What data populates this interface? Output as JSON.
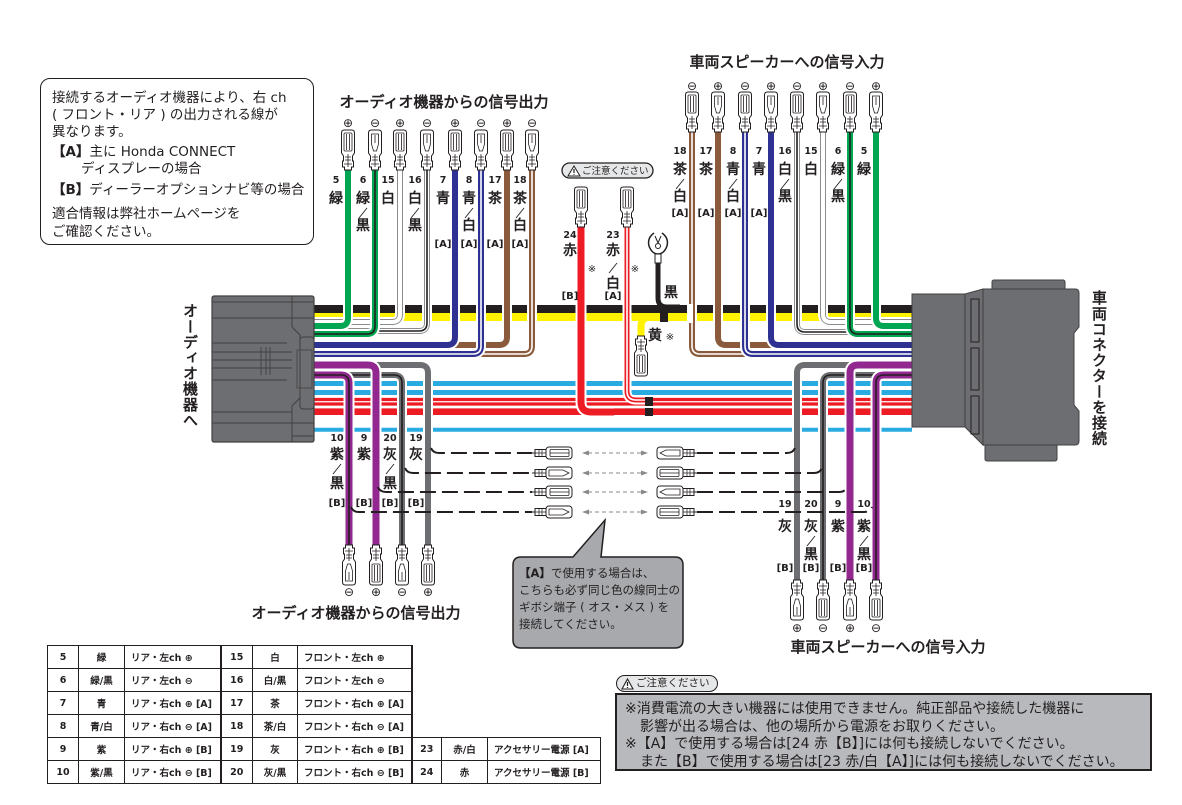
{
  "wire_colors": {
    "green": "#00a651",
    "black": "#231f20",
    "yellow": "#fff200",
    "white": "#ffffff",
    "blue": "#2e3192",
    "brown": "#8b5a3c",
    "purple": "#92278f",
    "gray": "#6d6e71",
    "cyan": "#29abe2",
    "red": "#ed1c24"
  },
  "note_box": {
    "lines": [
      "接続するオーディオ機器により、右 ch",
      "( フロント・リア ) の出力される線が",
      "異なります。"
    ],
    "variant_a": {
      "tag": "【A】",
      "text": "主に Honda CONNECT",
      "continuation": "ディスプレーの場合"
    },
    "variant_b": {
      "tag": "【B】",
      "text": "ディーラーオプションナビ等の場合"
    },
    "footer": [
      "適合情報は弊社ホームページを",
      "ご確認ください。"
    ]
  },
  "devices": {
    "audio_unit_label": "オーディオ機器へ",
    "vehicle_connector_label": "車両コネクターを接続"
  },
  "harness": {
    "trunk_wires": [
      "black",
      "yellow",
      "cyan",
      "cyan",
      "red",
      "red",
      "red",
      "cyan"
    ],
    "audio_output_top": {
      "title": "オーディオ機器からの信号出力",
      "wires": [
        {
          "num": "5",
          "label": [
            "緑"
          ],
          "variant": "",
          "sign": "⊕",
          "color": "green",
          "stripe": null,
          "terminal": "slotted"
        },
        {
          "num": "6",
          "label": [
            "緑",
            "黒"
          ],
          "variant": "",
          "sign": "⊖",
          "color": "green",
          "stripe": "black",
          "terminal": "pointed"
        },
        {
          "num": "15",
          "label": [
            "白"
          ],
          "variant": "",
          "sign": "⊕",
          "color": "white",
          "stripe": null,
          "terminal": "slotted"
        },
        {
          "num": "16",
          "label": [
            "白",
            "黒"
          ],
          "variant": "",
          "sign": "⊖",
          "color": "white",
          "stripe": "black",
          "terminal": "pointed"
        },
        {
          "num": "7",
          "label": [
            "青"
          ],
          "variant": "[A]",
          "sign": "⊕",
          "color": "blue",
          "stripe": null,
          "terminal": "slotted"
        },
        {
          "num": "8",
          "label": [
            "青",
            "白"
          ],
          "variant": "[A]",
          "sign": "⊖",
          "color": "blue",
          "stripe": "white",
          "terminal": "pointed"
        },
        {
          "num": "17",
          "label": [
            "茶"
          ],
          "variant": "[A]",
          "sign": "⊕",
          "color": "brown",
          "stripe": null,
          "terminal": "slotted"
        },
        {
          "num": "18",
          "label": [
            "茶",
            "白"
          ],
          "variant": "[A]",
          "sign": "⊖",
          "color": "brown",
          "stripe": "white",
          "terminal": "pointed"
        }
      ]
    },
    "speaker_input_top": {
      "title": "車両スピーカーへの信号入力",
      "wires": [
        {
          "num": "18",
          "label": [
            "茶",
            "白"
          ],
          "variant": "[A]",
          "sign": "⊖",
          "color": "brown",
          "stripe": "white",
          "terminal": "slotted"
        },
        {
          "num": "17",
          "label": [
            "茶"
          ],
          "variant": "[A]",
          "sign": "⊕",
          "color": "brown",
          "stripe": null,
          "terminal": "pointed"
        },
        {
          "num": "8",
          "label": [
            "青",
            "白"
          ],
          "variant": "[A]",
          "sign": "⊖",
          "color": "blue",
          "stripe": "white",
          "terminal": "slotted"
        },
        {
          "num": "7",
          "label": [
            "青"
          ],
          "variant": "[A]",
          "sign": "⊕",
          "color": "blue",
          "stripe": null,
          "terminal": "pointed"
        },
        {
          "num": "16",
          "label": [
            "白",
            "黒"
          ],
          "variant": "",
          "sign": "⊖",
          "color": "white",
          "stripe": "black",
          "terminal": "slotted"
        },
        {
          "num": "15",
          "label": [
            "白"
          ],
          "variant": "",
          "sign": "⊕",
          "color": "white",
          "stripe": null,
          "terminal": "pointed"
        },
        {
          "num": "6",
          "label": [
            "緑",
            "黒"
          ],
          "variant": "",
          "sign": "⊖",
          "color": "green",
          "stripe": "black",
          "terminal": "slotted"
        },
        {
          "num": "5",
          "label": [
            "緑"
          ],
          "variant": "",
          "sign": "⊕",
          "color": "green",
          "stripe": null,
          "terminal": "pointed"
        }
      ]
    },
    "audio_output_bottom": {
      "title": "オーディオ機器からの信号出力",
      "wires": [
        {
          "num": "10",
          "label": [
            "紫",
            "黒"
          ],
          "variant": "[B]",
          "sign": "⊖",
          "color": "purple",
          "stripe": "black",
          "terminal": "pointed"
        },
        {
          "num": "9",
          "label": [
            "紫"
          ],
          "variant": "[B]",
          "sign": "⊕",
          "color": "purple",
          "stripe": null,
          "terminal": "slotted"
        },
        {
          "num": "20",
          "label": [
            "灰",
            "黒"
          ],
          "variant": "[B]",
          "sign": "⊖",
          "color": "gray",
          "stripe": "black",
          "terminal": "pointed"
        },
        {
          "num": "19",
          "label": [
            "灰"
          ],
          "variant": "[B]",
          "sign": "⊕",
          "color": "gray",
          "stripe": null,
          "terminal": "slotted"
        }
      ]
    },
    "speaker_input_bottom": {
      "title": "車両スピーカーへの信号入力",
      "wires": [
        {
          "num": "19",
          "label": [
            "灰"
          ],
          "variant": "[B]",
          "sign": "⊕",
          "color": "gray",
          "stripe": null,
          "terminal": "pointed"
        },
        {
          "num": "20",
          "label": [
            "灰",
            "黒"
          ],
          "variant": "[B]",
          "sign": "⊖",
          "color": "gray",
          "stripe": "black",
          "terminal": "slotted"
        },
        {
          "num": "9",
          "label": [
            "紫"
          ],
          "variant": "[B]",
          "sign": "⊕",
          "color": "purple",
          "stripe": null,
          "terminal": "pointed"
        },
        {
          "num": "10",
          "label": [
            "紫",
            "黒"
          ],
          "variant": "[B]",
          "sign": "⊖",
          "color": "purple",
          "stripe": "black",
          "terminal": "slotted"
        }
      ]
    },
    "power": {
      "caution_badge": "ご注意ください",
      "wires": [
        {
          "num": "24",
          "label": [
            "赤"
          ],
          "variant": "[B]",
          "mark": "※",
          "color": "red",
          "stripe": null,
          "terminal": "slotted"
        },
        {
          "num": "23",
          "label": [
            "赤",
            "白"
          ],
          "variant": "[A]",
          "mark": "※",
          "color": "red",
          "stripe": "white",
          "terminal": "slotted"
        }
      ],
      "ground": {
        "label": "黒",
        "color": "black"
      },
      "acc_branch": {
        "label": "黄",
        "mark": "※",
        "color": "yellow",
        "terminal": "slotted"
      }
    },
    "mating_connectors": {
      "rows": [
        {
          "wire": "19",
          "left": "slotted",
          "right": "pointed"
        },
        {
          "wire": "20",
          "left": "pointed",
          "right": "slotted"
        },
        {
          "wire": "9",
          "left": "slotted",
          "right": "pointed"
        },
        {
          "wire": "10",
          "left": "pointed",
          "right": "slotted"
        }
      ]
    }
  },
  "callout": {
    "tag": "【A】",
    "lines": [
      "で使用する場合は、",
      "こちらも必ず同じ色の線同士の",
      "ギボシ端子 ( オス・メス ) を",
      "接続してください。"
    ]
  },
  "wire_table": {
    "rows": [
      [
        {
          "num": "5",
          "color": "緑",
          "function": "リア・左ch ⊕"
        },
        {
          "num": "15",
          "color": "白",
          "function": "フロント・左ch ⊕"
        },
        null
      ],
      [
        {
          "num": "6",
          "color": "緑/黒",
          "function": "リア・左ch ⊖"
        },
        {
          "num": "16",
          "color": "白/黒",
          "function": "フロント・左ch ⊖"
        },
        null
      ],
      [
        {
          "num": "7",
          "color": "青",
          "function": "リア・右ch ⊕ [A]"
        },
        {
          "num": "17",
          "color": "茶",
          "function": "フロント・右ch ⊕ [A]"
        },
        null
      ],
      [
        {
          "num": "8",
          "color": "青/白",
          "function": "リア・右ch ⊖ [A]"
        },
        {
          "num": "18",
          "color": "茶/白",
          "function": "フロント・右ch ⊖ [A]"
        },
        null
      ],
      [
        {
          "num": "9",
          "color": "紫",
          "function": "リア・右ch ⊕ [B]"
        },
        {
          "num": "19",
          "color": "灰",
          "function": "フロント・右ch ⊕ [B]"
        },
        {
          "num": "23",
          "color": "赤/白",
          "function": "アクセサリー電源 [A]"
        }
      ],
      [
        {
          "num": "10",
          "color": "紫/黒",
          "function": "リア・右ch ⊖ [B]"
        },
        {
          "num": "20",
          "color": "灰/黒",
          "function": "フロント・右ch ⊖ [B]"
        },
        {
          "num": "24",
          "color": "赤",
          "function": "アクセサリー電源 [B]"
        }
      ]
    ]
  },
  "caution": {
    "badge": "ご注意ください",
    "lines": [
      "※消費電流の大きい機器には使用できません。純正部品や接続した機器に",
      "影響が出る場合は、他の場所から電源をお取りください。",
      "※【A】で使用する場合は[24 赤【B】]には何も接続しないでください。",
      "また【B】で使用する場合は[23 赤/白【A】]には何も接続しないでください。"
    ]
  }
}
